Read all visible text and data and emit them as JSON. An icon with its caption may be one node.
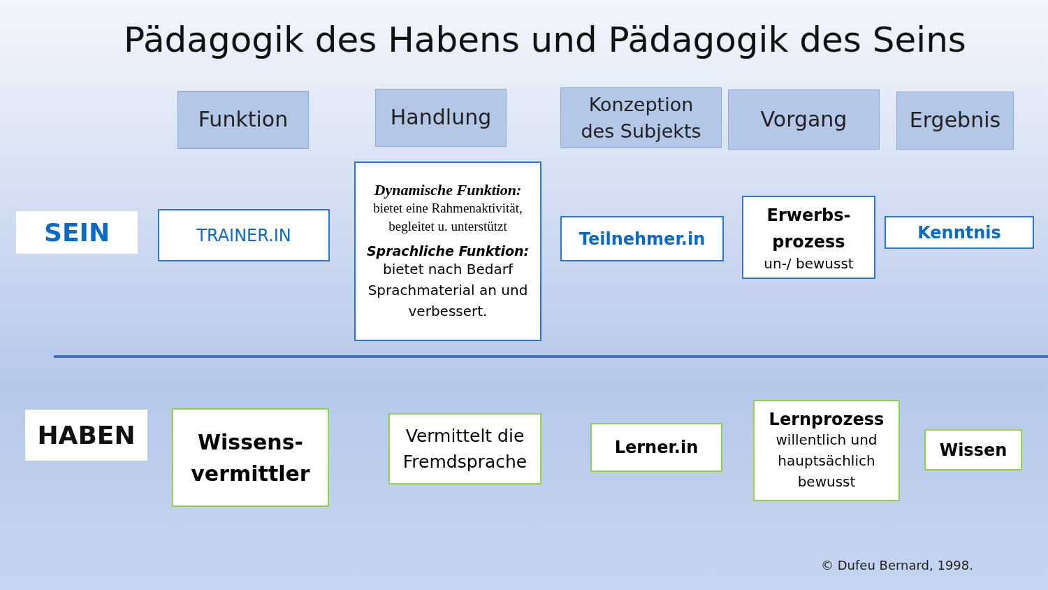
{
  "diagram": {
    "title": "Pädagogik des Habens und Pädagogik des Seins",
    "nodes": [
      {
        "text": [
          "Funktion"
        ]
      },
      {
        "text": [
          "Handlung"
        ]
      },
      {
        "text": [
          "Konzeption des Subjekts"
        ]
      },
      {
        "text": [
          "Vorgang"
        ]
      },
      {
        "text": [
          "Ergebnis"
        ]
      },
      {
        "text": [
          "SEIN"
        ]
      },
      {
        "text": [
          "TRAINER.IN"
        ]
      },
      {
        "text": [
          "Dynamische Funktion:",
          "bietet eine Rahmenaktivität, begleitet u. unterstützt",
          "Sprachliche Funktion:",
          "bietet nach Bedarf Sprachmaterial an und verbessert."
        ]
      },
      {
        "text": [
          "Teilnehmer.in"
        ]
      },
      {
        "text": [
          "Erwerbs- prozess",
          "un-/ bewusst"
        ]
      },
      {
        "text": [
          "Kenntnis"
        ]
      },
      {
        "text": [
          "HABEN"
        ]
      },
      {
        "text": [
          "Wissens- vermittler"
        ]
      },
      {
        "text": [
          "Vermittelt die Fremdsprache"
        ]
      },
      {
        "text": [
          "Lerner.in"
        ]
      },
      {
        "text": [
          "Lernprozess",
          "willentlich und hauptsächlich bewusst"
        ]
      },
      {
        "text": [
          "Wissen"
        ]
      }
    ],
    "labels": [
      "© Dufeu Bernard, 1998."
    ]
  }
}
